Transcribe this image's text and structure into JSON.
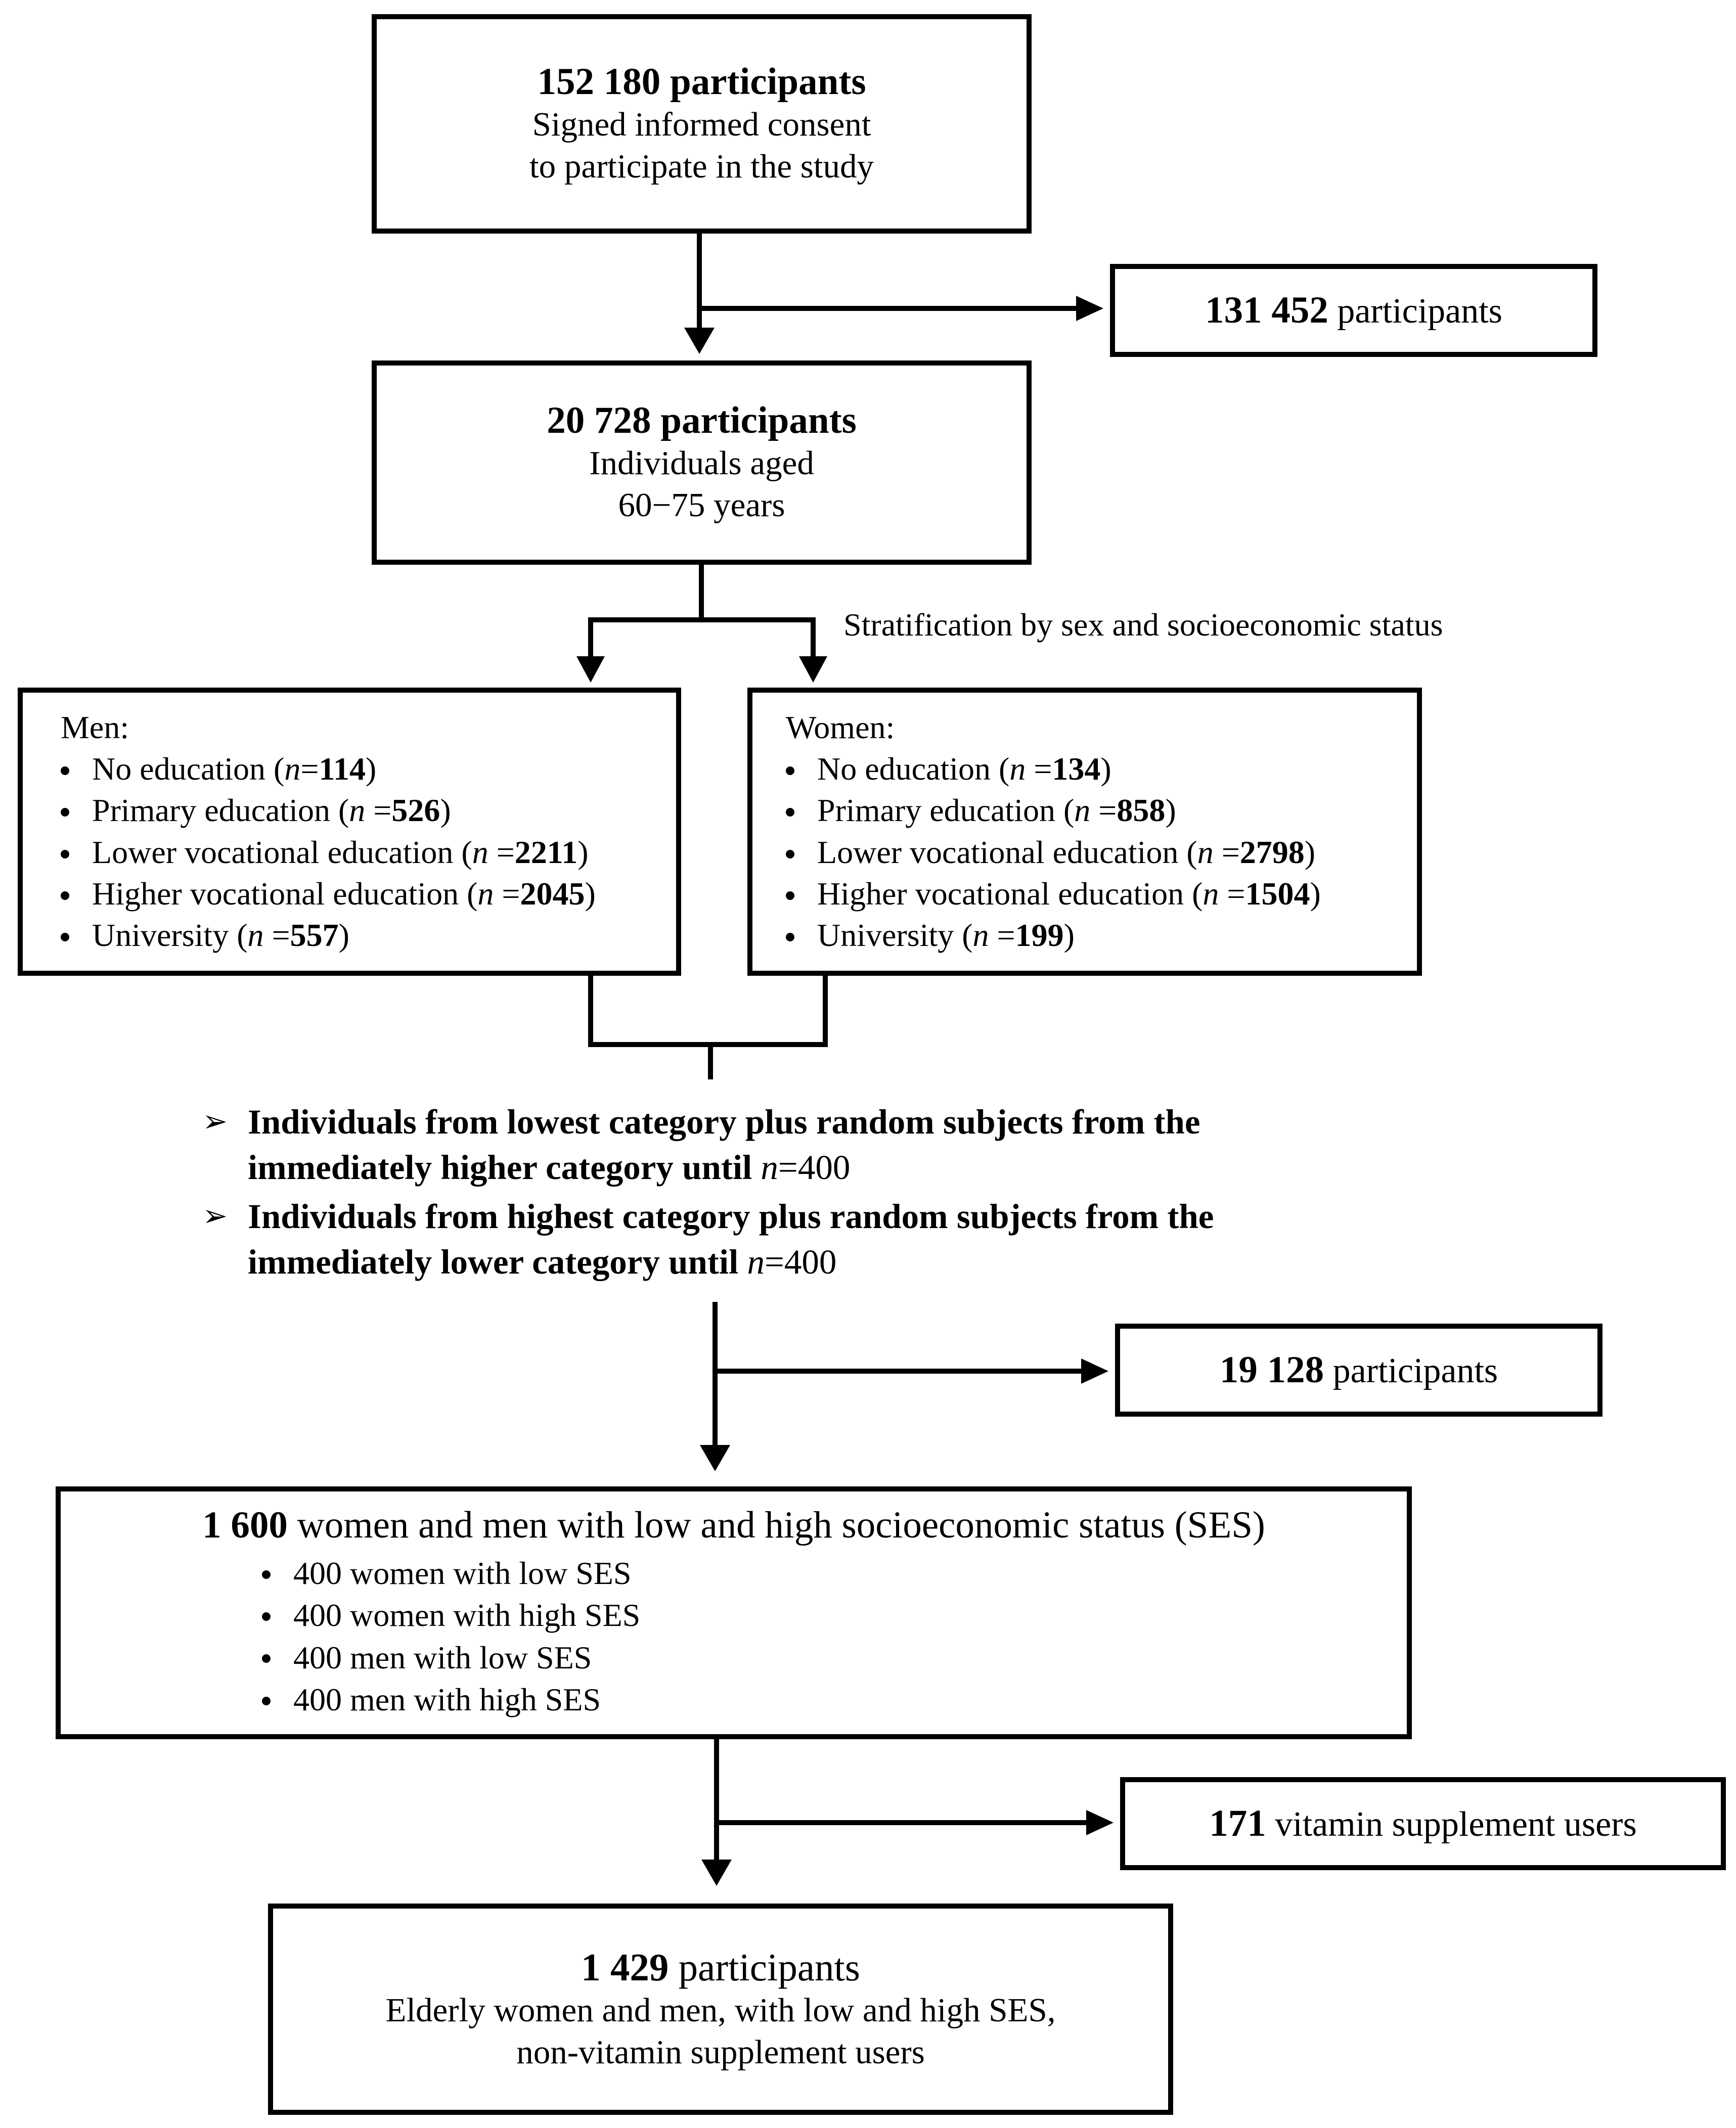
{
  "box_initial": {
    "count": "152 180 participants",
    "line1": "Signed informed consent",
    "line2": "to participate in the study"
  },
  "excluded_1": {
    "count": "131 452",
    "label": "participants"
  },
  "box_aged": {
    "count": "20 728 participants",
    "line1": "Individuals aged",
    "line2": "60−75 years"
  },
  "stratification_label": "Stratification by sex and socioeconomic status",
  "men": {
    "header": "Men:",
    "items": [
      {
        "label": "No education (",
        "n_prefix": "n",
        "eq": "=",
        "value": "114",
        "close": ")"
      },
      {
        "label": "Primary education (",
        "n_prefix": "n",
        "eq": " =",
        "value": "526",
        "close": ")"
      },
      {
        "label": "Lower vocational education (",
        "n_prefix": "n",
        "eq": " =",
        "value": "2211",
        "close": ")"
      },
      {
        "label": "Higher vocational education (",
        "n_prefix": "n",
        "eq": " =",
        "value": "2045",
        "close": ")"
      },
      {
        "label": "University (",
        "n_prefix": "n",
        "eq": " =",
        "value": "557",
        "close": ")"
      }
    ]
  },
  "women": {
    "header": "Women:",
    "items": [
      {
        "label": "No education (",
        "n_prefix": "n",
        "eq": " =",
        "value": "134",
        "close": ")"
      },
      {
        "label": "Primary education (",
        "n_prefix": "n",
        "eq": " =",
        "value": "858",
        "close": ")"
      },
      {
        "label": "Lower vocational education (",
        "n_prefix": "n",
        "eq": " =",
        "value": "2798",
        "close": ")"
      },
      {
        "label": "Higher vocational education (",
        "n_prefix": "n",
        "eq": " =",
        "value": "1504",
        "close": ")"
      },
      {
        "label": "University (",
        "n_prefix": "n",
        "eq": " =",
        "value": "199",
        "close": ")"
      }
    ]
  },
  "criteria": [
    {
      "line1": "Individuals from lowest category plus random subjects from the",
      "line2": "immediately higher category until ",
      "n": "n",
      "tail": "=400"
    },
    {
      "line1": "Individuals from highest category plus random subjects from the",
      "line2": "immediately lower category until ",
      "n": "n",
      "tail": "=400"
    }
  ],
  "excluded_2": {
    "count": "19 128",
    "label": "participants"
  },
  "ses_box": {
    "count": "1 600",
    "title": "women and men with low and high socioeconomic status (SES)",
    "items": [
      "400 women with low SES",
      "400 women with high SES",
      "400 men with low SES",
      "400 men with high SES"
    ]
  },
  "excluded_3": {
    "count": "171",
    "label": "vitamin supplement users"
  },
  "final_box": {
    "count": "1 429",
    "count_label": "participants",
    "line1": "Elderly women and men, with low and high SES,",
    "line2": "non-vitamin supplement users"
  }
}
